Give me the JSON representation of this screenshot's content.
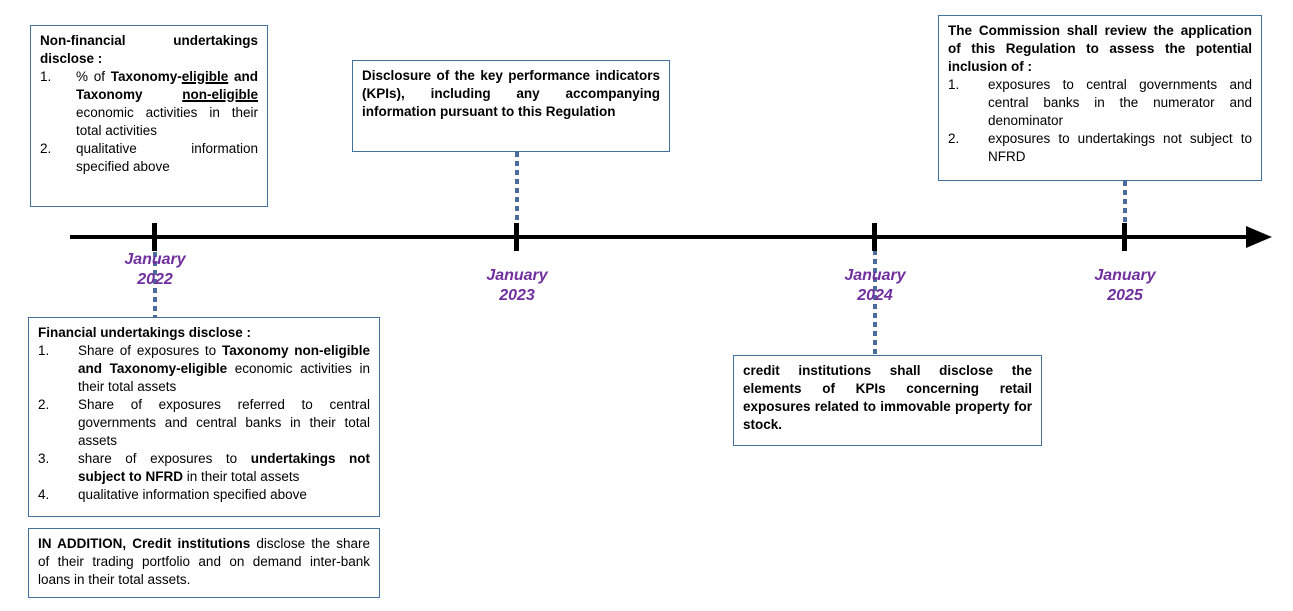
{
  "colors": {
    "box_border": "#41719c",
    "dotted_connector": "#4a6c9b",
    "milestone_label": "#7030a0",
    "timeline_axis": "#000000"
  },
  "timeline": {
    "milestones": [
      {
        "month": "January",
        "year": "2022"
      },
      {
        "month": "January",
        "year": "2023"
      },
      {
        "month": "January",
        "year": "2024"
      },
      {
        "month": "January",
        "year": "2025"
      }
    ]
  },
  "boxes": [
    {
      "id": "non-financial",
      "title": [
        {
          "t": "Non-financial undertakings disclose :",
          "b": true
        }
      ],
      "items": [
        [
          {
            "t": "% of "
          },
          {
            "t": "Taxonomy-",
            "b": true
          },
          {
            "t": "eligible",
            "b": true,
            "u": true
          },
          {
            "t": " and Taxonomy ",
            "b": true
          },
          {
            "t": "non-eligible",
            "b": true,
            "u": true
          },
          {
            "t": " economic activities in their total activities"
          }
        ],
        [
          {
            "t": "qualitative information specified above"
          }
        ]
      ]
    },
    {
      "id": "kpi",
      "title": [
        {
          "t": "Disclosure of the key performance indicators (KPIs), including any accompanying information pursuant to this Regulation",
          "b": true
        }
      ],
      "items": []
    },
    {
      "id": "commission",
      "title": [
        {
          "t": "The Commission shall review the application of this Regulation to assess the potential inclusion of :",
          "b": true
        }
      ],
      "items": [
        [
          {
            "t": "exposures to central governments and central banks in the numerator and denominator"
          }
        ],
        [
          {
            "t": "exposures to undertakings not subject to NFRD"
          }
        ]
      ]
    },
    {
      "id": "financial",
      "title": [
        {
          "t": "Financial undertakings  disclose :",
          "b": true
        }
      ],
      "items": [
        [
          {
            "t": "Share of exposures to "
          },
          {
            "t": "Taxonomy non-eligible and Taxonomy-eligible",
            "b": true
          },
          {
            "t": " economic activities in their total assets"
          }
        ],
        [
          {
            "t": "Share of exposures referred to central governments and central banks in their total assets"
          }
        ],
        [
          {
            "t": "share of exposures to "
          },
          {
            "t": "undertakings not subject to NFRD",
            "b": true
          },
          {
            "t": " in their total assets"
          }
        ],
        [
          {
            "t": "qualitative information specified above"
          }
        ]
      ]
    },
    {
      "id": "in-addition",
      "title": [
        {
          "t": "IN ADDITION, Credit institutions",
          "b": true
        },
        {
          "t": " disclose the share of their trading portfolio and on demand inter-bank loans in their total assets."
        }
      ],
      "items": []
    },
    {
      "id": "credit-retail",
      "title": [
        {
          "t": "credit institutions shall disclose the elements of KPIs concerning retail exposures related to immovable property for stock.",
          "b": true
        }
      ],
      "items": []
    }
  ]
}
